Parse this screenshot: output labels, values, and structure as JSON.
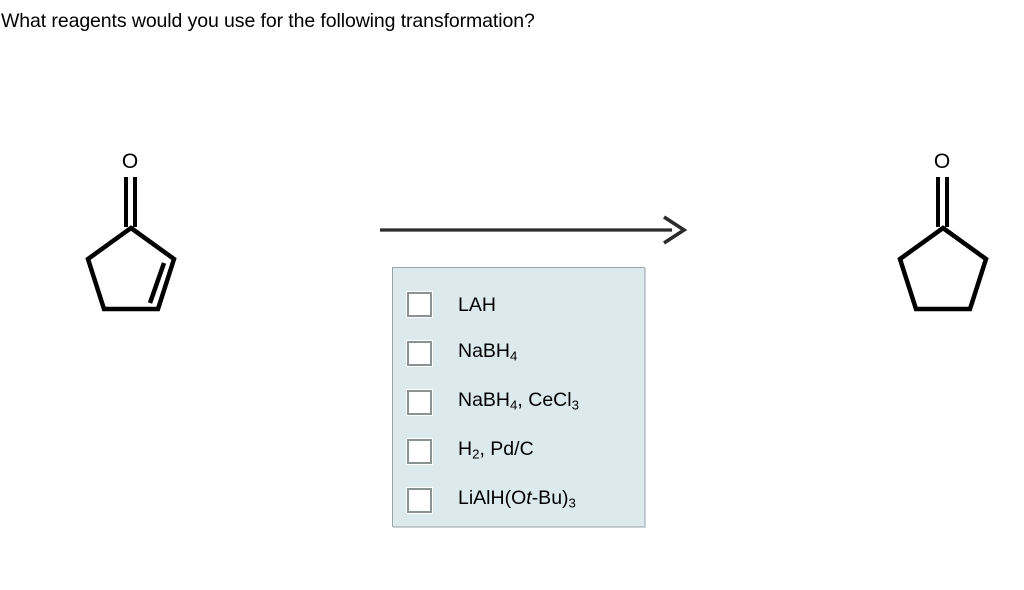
{
  "question": {
    "prompt": "What reagents would you use for the following transformation?"
  },
  "reaction": {
    "arrow": {
      "type": "forward-reaction-arrow",
      "direction": "right",
      "color": "#2b2b2b"
    },
    "reactant": {
      "name": "cyclopent-2-en-1-one",
      "oxygen_label": "O",
      "ring": "cyclopentene",
      "carbonyl": "C=O",
      "alkene": "C=C"
    },
    "product": {
      "name": "cyclopentanone",
      "oxygen_label": "O",
      "ring": "cyclopentane",
      "carbonyl": "C=O"
    }
  },
  "options_panel": {
    "background_color": "#dce9ed",
    "border_color": "#9aa3a6",
    "options": [
      {
        "id": "option-lah",
        "checked": false,
        "parts": [
          {
            "t": "LAH"
          }
        ]
      },
      {
        "id": "option-nabh4",
        "checked": false,
        "parts": [
          {
            "t": "NaBH"
          },
          {
            "t": "4",
            "sub": true
          }
        ]
      },
      {
        "id": "option-nabh4-cecl3",
        "checked": false,
        "parts": [
          {
            "t": "NaBH"
          },
          {
            "t": "4",
            "sub": true
          },
          {
            "t": ", CeCl"
          },
          {
            "t": "3",
            "sub": true
          }
        ]
      },
      {
        "id": "option-h2-pdc",
        "checked": false,
        "parts": [
          {
            "t": "H"
          },
          {
            "t": "2",
            "sub": true
          },
          {
            "t": ", Pd/C"
          }
        ]
      },
      {
        "id": "option-lialh-otbu3",
        "checked": false,
        "parts": [
          {
            "t": "LiAlH(O"
          },
          {
            "t": "t",
            "ital": true
          },
          {
            "t": "-Bu)"
          },
          {
            "t": "3",
            "sub": true
          }
        ]
      }
    ]
  }
}
